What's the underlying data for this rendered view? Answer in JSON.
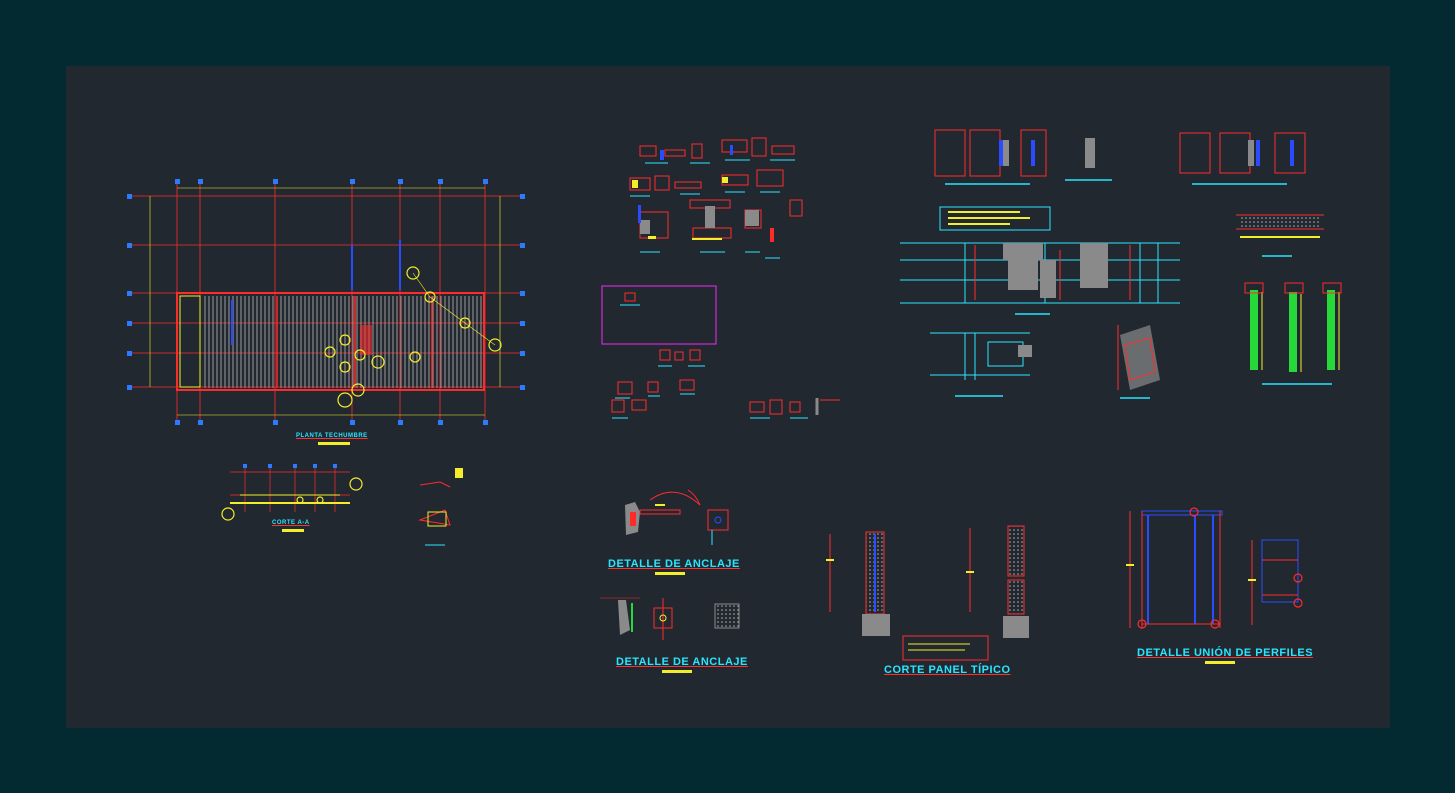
{
  "drawing": {
    "background": "#022a30",
    "sheet_color": "#212830",
    "colors": {
      "cyan": "#29e6ff",
      "red": "#ff2b2b",
      "yellow": "#f4ee2a",
      "blue": "#2a4bff",
      "green": "#27d83a",
      "magenta": "#d02ad8",
      "gray": "#8a8a8a"
    },
    "titles": {
      "planta": "PLANTA TECHUMBRE",
      "corte_a": "CORTE A-A",
      "anclaje_1": "DETALLE DE ANCLAJE",
      "anclaje_2": "DETALLE DE ANCLAJE",
      "corte_panel": "CORTE PANEL TÍPICO",
      "union_perfiles": "DETALLE UNIÓN DE PERFILES"
    }
  }
}
